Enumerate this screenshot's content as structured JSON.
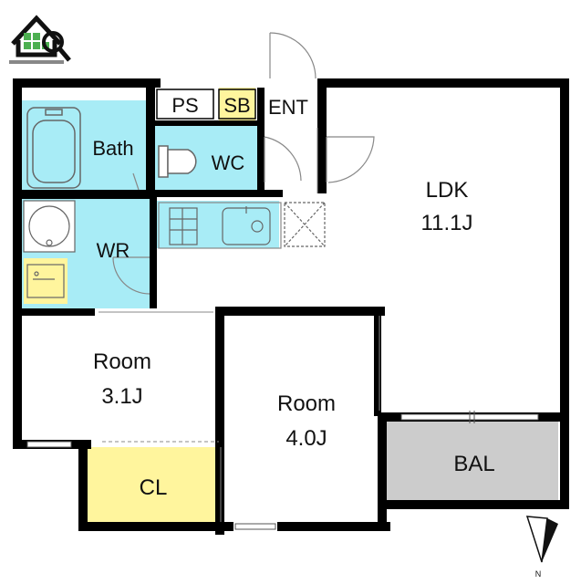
{
  "rooms": {
    "ps": "PS",
    "sb": "SB",
    "ent": "ENT",
    "bath": "Bath",
    "wc": "WC",
    "wr": "WR",
    "ldk": "LDK",
    "ldk_size": "11.1J",
    "room1": "Room",
    "room1_size": "3.1J",
    "room2": "Room",
    "room2_size": "4.0J",
    "cl": "CL",
    "bal": "BAL"
  },
  "compass": {
    "north": "N"
  },
  "colors": {
    "wet_area": "#a8ecf6",
    "storage": "#fff59d",
    "balcony": "#cccccc",
    "wall": "#000000",
    "logo_green": "#4caf50"
  },
  "logo_icons": [
    "house-icon",
    "magnifier-icon"
  ]
}
